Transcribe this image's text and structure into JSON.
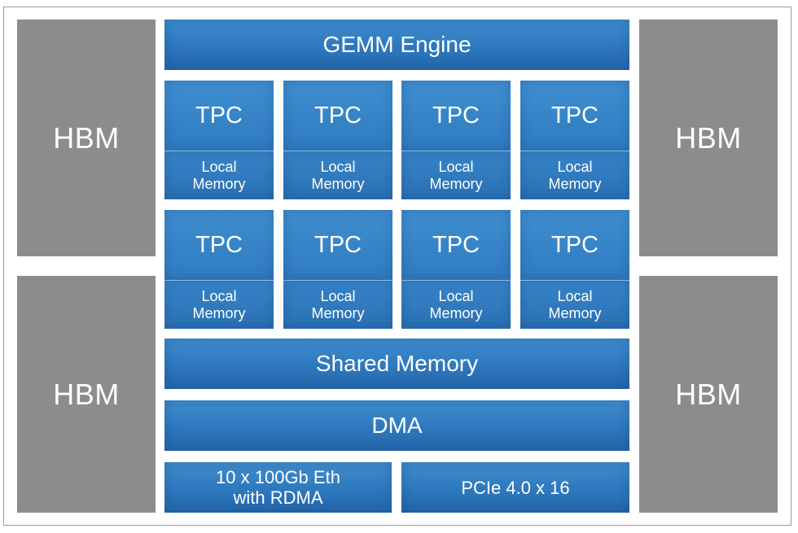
{
  "hbm": {
    "top_left": "HBM",
    "bottom_left": "HBM",
    "top_right": "HBM",
    "bottom_right": "HBM"
  },
  "gemm": "GEMM Engine",
  "tpc_rows": [
    [
      {
        "tpc": "TPC",
        "mem": "Local Memory"
      },
      {
        "tpc": "TPC",
        "mem": "Local Memory"
      },
      {
        "tpc": "TPC",
        "mem": "Local Memory"
      },
      {
        "tpc": "TPC",
        "mem": "Local Memory"
      }
    ],
    [
      {
        "tpc": "TPC",
        "mem": "Local Memory"
      },
      {
        "tpc": "TPC",
        "mem": "Local Memory"
      },
      {
        "tpc": "TPC",
        "mem": "Local Memory"
      },
      {
        "tpc": "TPC",
        "mem": "Local Memory"
      }
    ]
  ],
  "shared_memory": "Shared Memory",
  "dma": "DMA",
  "eth": {
    "line1": "10 x 100Gb Eth",
    "line2": "with RDMA"
  },
  "pcie": "PCIe 4.0 x 16",
  "colors": {
    "block_blue": "#2f7bc0",
    "hbm_gray": "#8c8c8c"
  }
}
